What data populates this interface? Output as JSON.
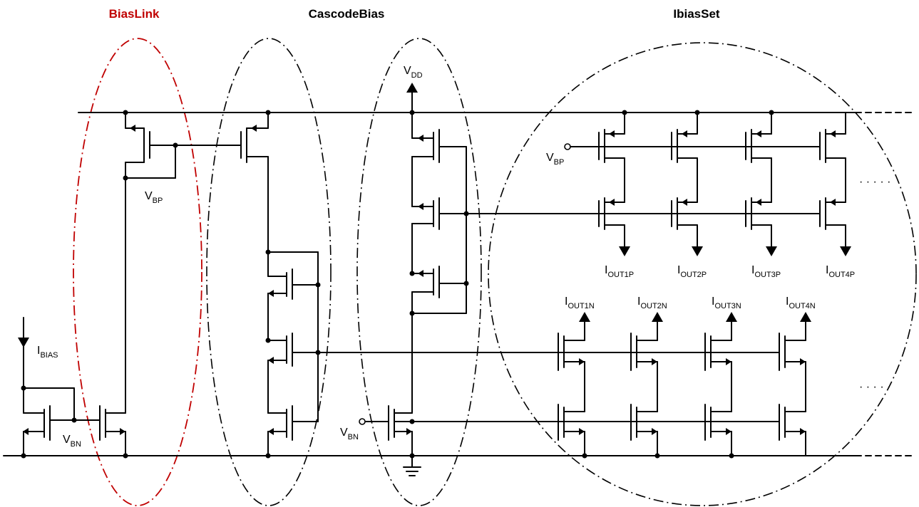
{
  "titles": {
    "bias_link": "BiasLink",
    "cascode_bias": "CascodeBias",
    "ibias_set": "IbiasSet"
  },
  "colors": {
    "bias_link": "#c00000",
    "default": "#000000"
  },
  "labels": {
    "vdd": {
      "main": "V",
      "sub": "DD"
    },
    "vbp": {
      "main": "V",
      "sub": "BP"
    },
    "vbn": {
      "main": "V",
      "sub": "BN"
    },
    "ibias": {
      "main": "I",
      "sub": "BIAS"
    },
    "outputs_p": [
      {
        "main": "I",
        "sub": "OUT1P"
      },
      {
        "main": "I",
        "sub": "OUT2P"
      },
      {
        "main": "I",
        "sub": "OUT3P"
      },
      {
        "main": "I",
        "sub": "OUT4P"
      }
    ],
    "outputs_n": [
      {
        "main": "I",
        "sub": "OUT1N"
      },
      {
        "main": "I",
        "sub": "OUT2N"
      },
      {
        "main": "I",
        "sub": "OUT3N"
      },
      {
        "main": "I",
        "sub": "OUT4N"
      }
    ],
    "continuation": "· · · · ·"
  }
}
